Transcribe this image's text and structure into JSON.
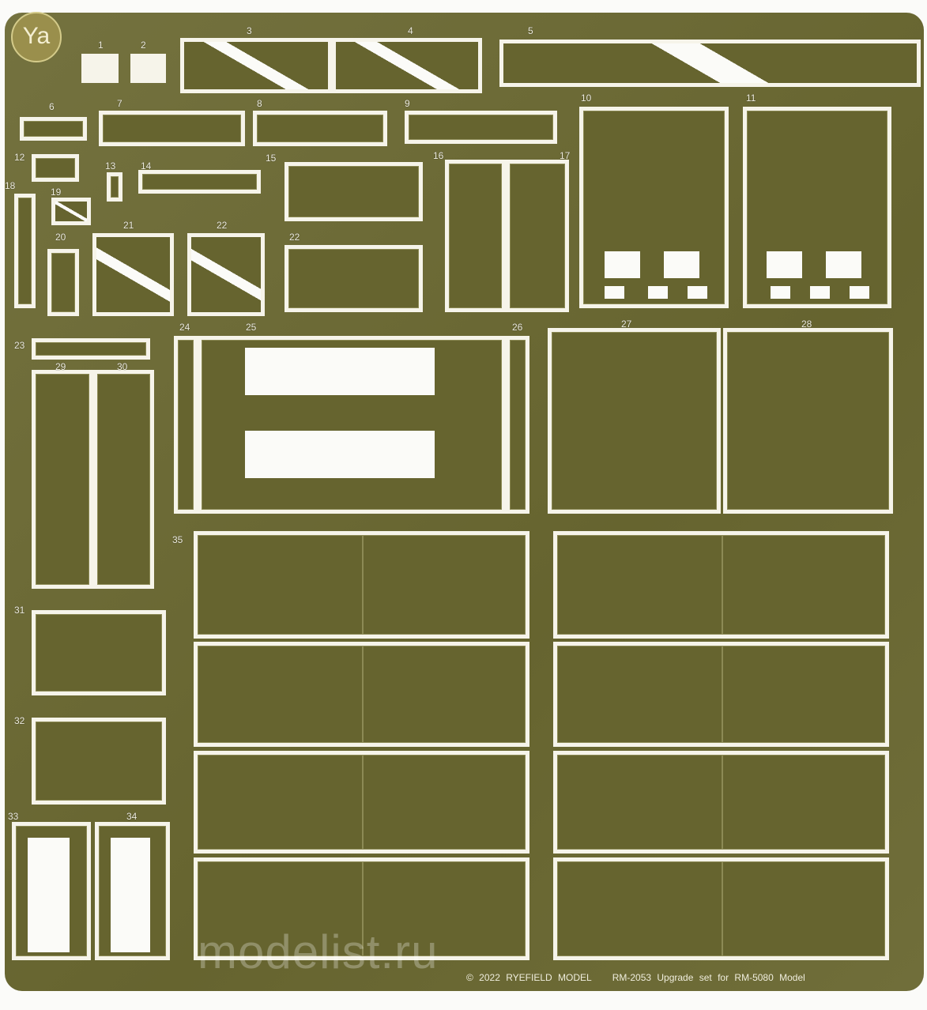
{
  "logo": "Ya",
  "part_numbers": [
    "1",
    "2",
    "3",
    "4",
    "5",
    "6",
    "7",
    "8",
    "9",
    "10",
    "11",
    "12",
    "13",
    "14",
    "15",
    "16",
    "17",
    "18",
    "19",
    "20",
    "21",
    "22",
    "22",
    "23",
    "24",
    "25",
    "26",
    "27",
    "28",
    "29",
    "30",
    "35",
    "31",
    "32",
    "33",
    "34"
  ],
  "footer": {
    "copyright": "© 2022 RYEFIELD MODEL",
    "description": "RM-2053 Upgrade set for RM-5080 Model"
  },
  "watermark": "modelist.ru",
  "colors": {
    "brass": "#6d6b38",
    "cutout": "#fbfbf8"
  }
}
